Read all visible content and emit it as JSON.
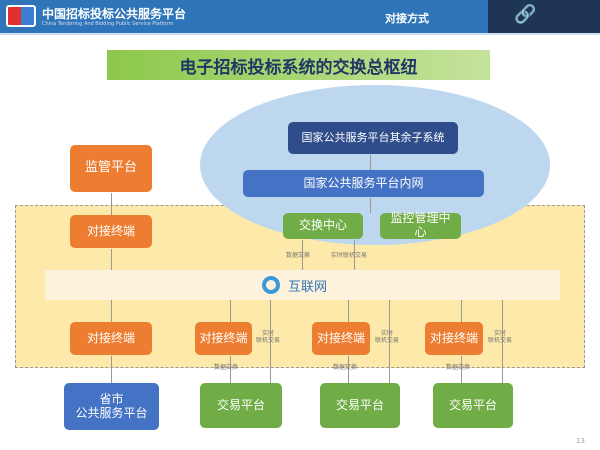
{
  "header": {
    "logo_title": "中国招标投标公共服务平台",
    "logo_subtitle": "China Tendering And Bidding Public Service Platform",
    "section": "对接方式"
  },
  "title": "电子招标投标系统的交换总枢纽",
  "cloud": {
    "subsystems": "国家公共服务平台其余子系统",
    "intranet": "国家公共服务平台内网",
    "exchange": "交换中心",
    "monitor": "监控管理中心"
  },
  "internet": "互联网",
  "supervision": "监管平台",
  "terminal": "对接终端",
  "province": "省市\n公共服务平台",
  "trading": "交易平台",
  "labels": {
    "data_exchange": "数据交换",
    "realtime": "实时联机交易",
    "realtime_split": "实时\n联机交易"
  },
  "page_number": "13",
  "colors": {
    "header": "#2e74b9",
    "orange": "#ed7d31",
    "green": "#70ad47",
    "blue": "#4472c4"
  }
}
